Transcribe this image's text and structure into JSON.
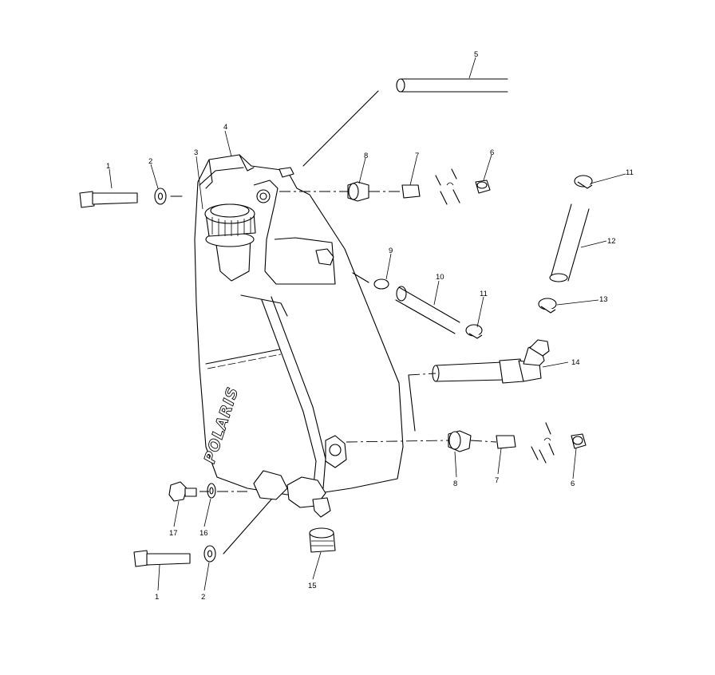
{
  "diagram": {
    "brand_text": "POLARIS",
    "callouts": [
      "1",
      "2",
      "3",
      "4",
      "5",
      "6",
      "7",
      "8",
      "9",
      "10",
      "11",
      "12",
      "13",
      "14",
      "15",
      "16",
      "17"
    ]
  }
}
